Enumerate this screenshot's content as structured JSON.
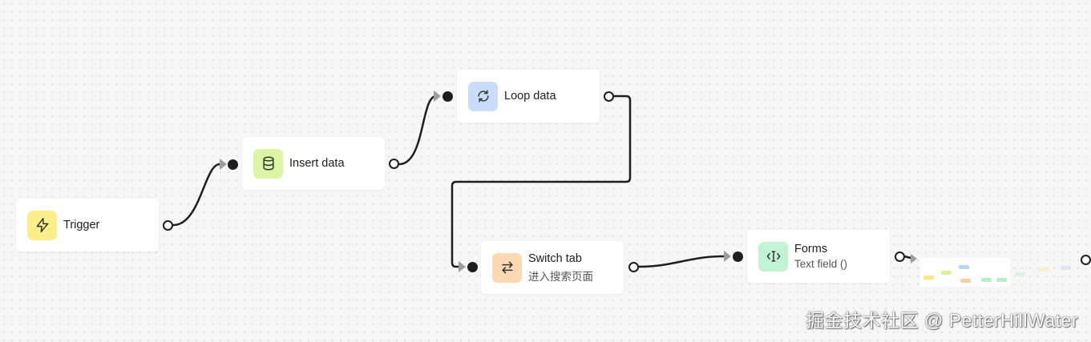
{
  "nodes": {
    "trigger": {
      "title": "Trigger",
      "icon": "lightning-icon",
      "color": "#fcef8b"
    },
    "insert_data": {
      "title": "Insert data",
      "icon": "database-icon",
      "color": "#dcf5a5"
    },
    "loop_data": {
      "title": "Loop data",
      "icon": "refresh-icon",
      "color": "#c9ddfb"
    },
    "switch_tab": {
      "title": "Switch tab",
      "subtitle": "进入搜索页面",
      "icon": "swap-arrows-icon",
      "color": "#fbd9b3"
    },
    "forms": {
      "title": "Forms",
      "subtitle": "Text field ()",
      "icon": "text-cursor-icon",
      "color": "#c1f3d4"
    }
  },
  "watermark": "掘金技术社区 @ PetterHillWater"
}
